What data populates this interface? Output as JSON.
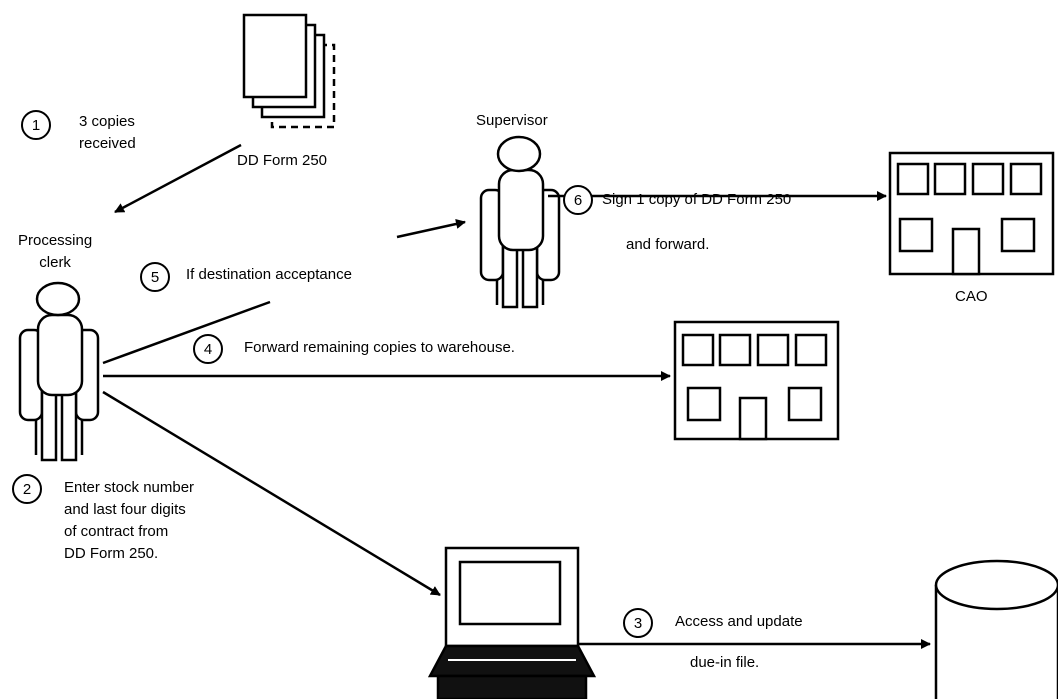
{
  "documents": {
    "label": "DD Form 250"
  },
  "actors": {
    "clerk": "Processing\nclerk",
    "supervisor": "Supervisor"
  },
  "buildings": {
    "cao": "CAO"
  },
  "steps": [
    {
      "number": "1",
      "text": "3 copies\nreceived"
    },
    {
      "number": "2",
      "text": "Enter stock number\nand last four digits\nof contract from\nDD Form 250."
    },
    {
      "number": "3",
      "text": "Access and update",
      "text2": "due-in file."
    },
    {
      "number": "4",
      "text": "Forward remaining copies  to warehouse."
    },
    {
      "number": "5",
      "text": "If destination acceptance"
    },
    {
      "number": "6",
      "text": "Sign 1 copy of DD Form 250",
      "text2": "and forward."
    }
  ]
}
